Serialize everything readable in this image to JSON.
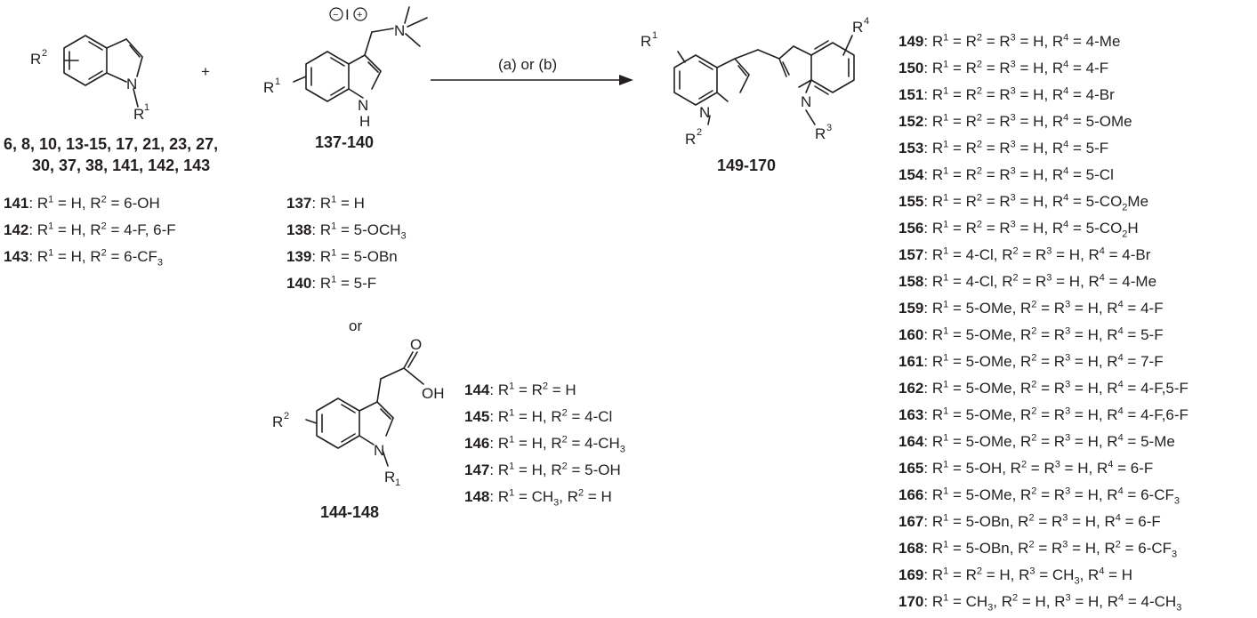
{
  "reagents": {
    "plus": "+",
    "arrow_label": "(a) or (b)",
    "or_label": "or",
    "indole_compounds": "6, 8, 10, 13-15, 17, 21, 23, 27,",
    "indole_compounds_2": "30, 37, 38, 141, 142, 143",
    "gramine_compounds": "137-140",
    "acid_compounds": "144-148",
    "product_compounds": "149-170"
  },
  "atom_labels": {
    "R": "R",
    "N": "N",
    "NH": "N",
    "H": "H",
    "I": "I",
    "O": "O",
    "OH": "OH",
    "n1": "1",
    "n2": "2",
    "n3": "3",
    "n4": "4",
    "minus": "−",
    "plusc": "+"
  },
  "lists": {
    "left": [
      {
        "id": "141",
        "text": ": R1 = H, R2 = 6-OH"
      },
      {
        "id": "142",
        "text": ": R1 = H, R2 = 4-F, 6-F"
      },
      {
        "id": "143",
        "text": ": R1 = H, R2 = 6-CF3"
      }
    ],
    "mid": [
      {
        "id": "137",
        "text": ": R1 = H"
      },
      {
        "id": "138",
        "text": ": R1 = 5-OCH3"
      },
      {
        "id": "139",
        "text": ": R1 = 5-OBn"
      },
      {
        "id": "140",
        "text": ": R1 = 5-F"
      }
    ],
    "acid": [
      {
        "id": "144",
        "text": ": R1 = R2 = H"
      },
      {
        "id": "145",
        "text": ": R1 = H, R2 = 4-Cl"
      },
      {
        "id": "146",
        "text": ": R1 = H,  R2 = 4-CH3"
      },
      {
        "id": "147",
        "text": ": R1 = H, R2 = 5-OH"
      },
      {
        "id": "148",
        "text": ": R1 = CH3, R2 = H"
      }
    ],
    "products": [
      {
        "id": "149",
        "text": ": R1 = R2 = R3 = H, R4 = 4-Me"
      },
      {
        "id": "150",
        "text": ": R1 = R2 = R3 = H, R4 = 4-F"
      },
      {
        "id": "151",
        "text": ": R1 = R2 = R3 = H, R4 = 4-Br"
      },
      {
        "id": "152",
        "text": ": R1 = R2 = R3 = H, R4 = 5-OMe"
      },
      {
        "id": "153",
        "text": ": R1 = R2 = R3 = H, R4 = 5-F"
      },
      {
        "id": "154",
        "text": ": R1 = R2 = R3 = H, R4 = 5-Cl"
      },
      {
        "id": "155",
        "text": ": R1 = R2 = R3 = H, R4 = 5-CO2Me"
      },
      {
        "id": "156",
        "text": ": R1 = R2 = R3 = H, R4 = 5-CO2H"
      },
      {
        "id": "157",
        "text": ": R1 = 4-Cl, R2 = R3 = H, R4 = 4-Br"
      },
      {
        "id": "158",
        "text": ": R1 = 4-Cl, R2 = R3 = H, R4 = 4-Me"
      },
      {
        "id": "159",
        "text": ": R1 = 5-OMe, R2 = R3 = H, R4 = 4-F"
      },
      {
        "id": "160",
        "text": ": R1 = 5-OMe, R2 = R3 = H, R4 = 5-F"
      },
      {
        "id": "161",
        "text": ": R1 = 5-OMe, R2 = R3 = H, R4 = 7-F"
      },
      {
        "id": "162",
        "text": ": R1 = 5-OMe, R2 = R3 = H, R4 = 4-F,5-F"
      },
      {
        "id": "163",
        "text": ": R1 = 5-OMe, R2 = R3 = H, R4 = 4-F,6-F"
      },
      {
        "id": "164",
        "text": ": R1 = 5-OMe, R2 = R3 = H, R4 = 5-Me"
      },
      {
        "id": "165",
        "text": ": R1 = 5-OH, R2 = R3 = H, R4 = 6-F"
      },
      {
        "id": "166",
        "text": ": R1 = 5-OMe, R2 = R3 = H, R4 = 6-CF3"
      },
      {
        "id": "167",
        "text": ": R1 = 5-OBn, R2 = R3 = H, R4 = 6-F"
      },
      {
        "id": "168",
        "text": ": R1 = 5-OBn, R2 = R3 = H, R2 =  6-CF3"
      },
      {
        "id": "169",
        "text": ": R1 = R2 = H, R3 = CH3, R4 = H"
      },
      {
        "id": "170",
        "text": ": R1 = CH3, R2 = H, R3 = H, R4 = 4-CH3"
      }
    ]
  }
}
